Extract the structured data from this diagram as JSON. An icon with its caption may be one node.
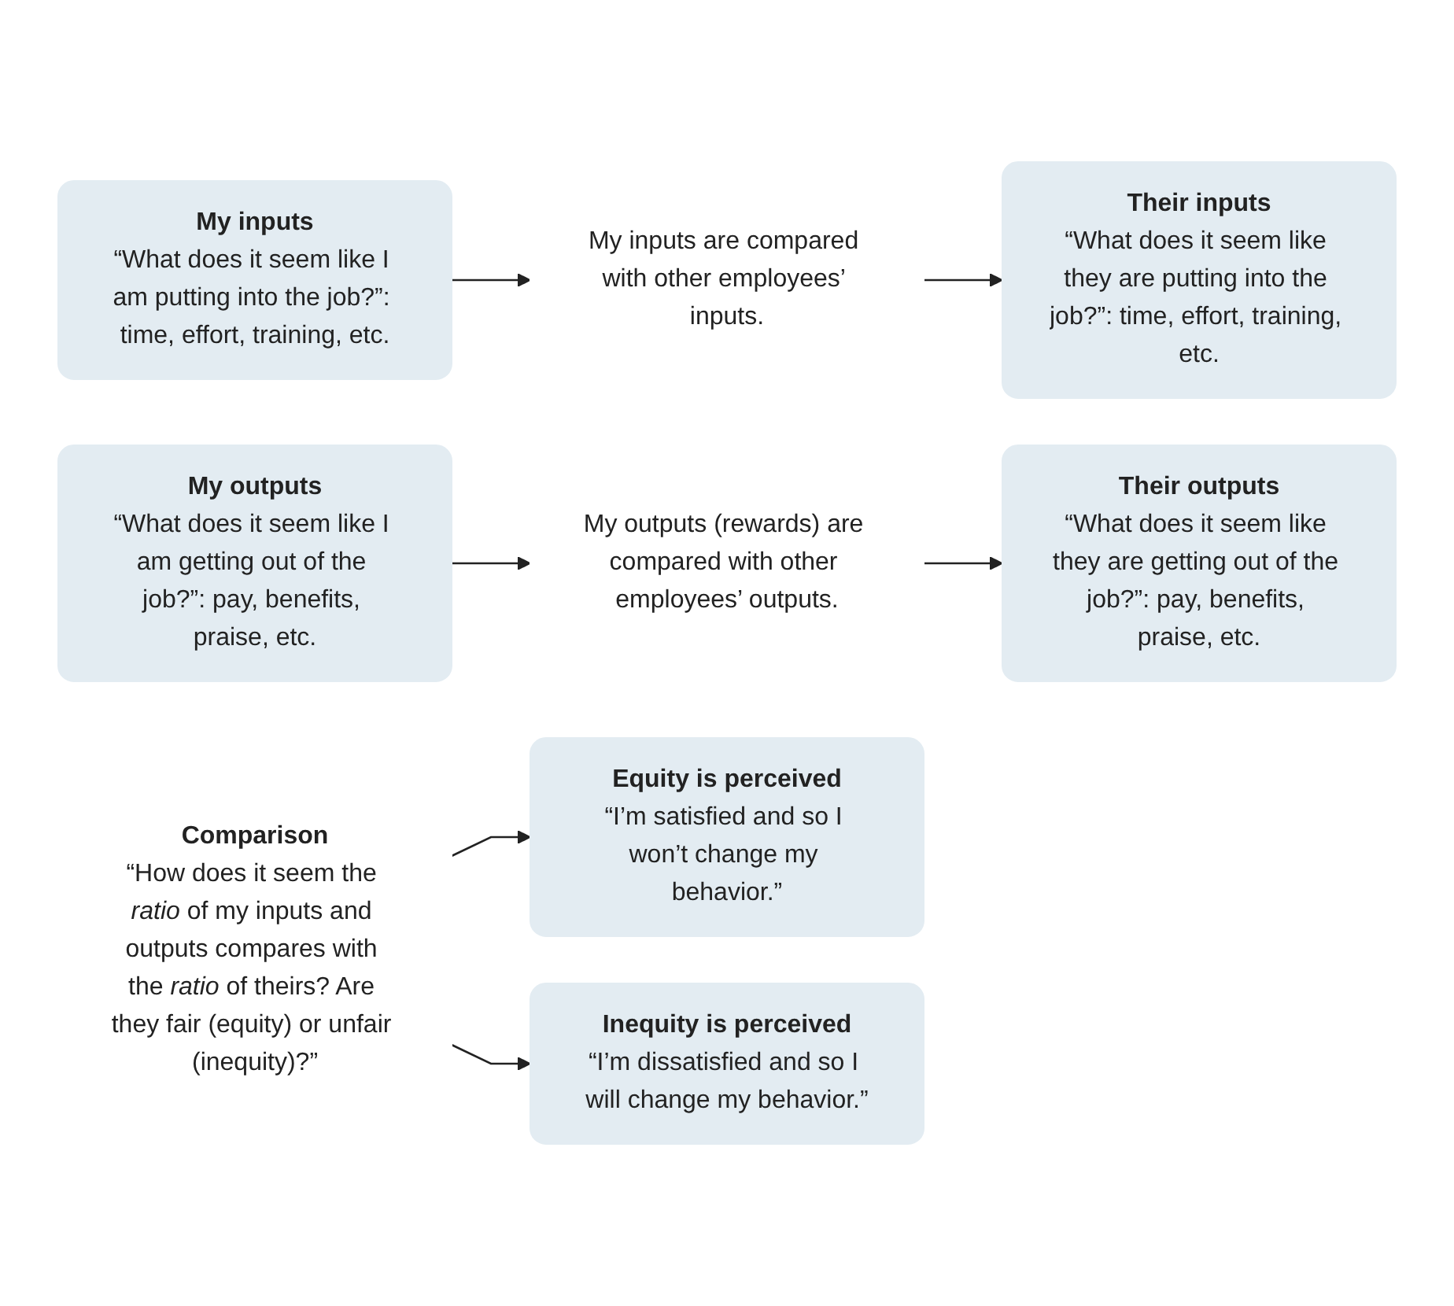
{
  "diagram": {
    "nodes": [
      {
        "text": [
          "My inputs",
          "“What does it seem like I am putting into the job?”: time, effort, training, etc."
        ]
      },
      {
        "text": [
          "My inputs are compared with other employees’ inputs."
        ]
      },
      {
        "text": [
          "Their inputs",
          "“What does it seem like they are putting into the job?”: time, effort, training, etc."
        ]
      },
      {
        "text": [
          "My outputs",
          "“What does it seem like I am getting out of the job?”: pay, benefits, praise, etc."
        ]
      },
      {
        "text": [
          "My outputs (rewards) are compared with other employees’ outputs."
        ]
      },
      {
        "text": [
          "Their outputs",
          "“What does it seem like they are getting out of the job?”: pay, benefits, praise, etc."
        ]
      },
      {
        "text": [
          "Comparison",
          "“How does it seem the *ratio* of my inputs and outputs compares with the *ratio* of theirs? Are they fair (equity) or unfair (inequity)?”"
        ]
      },
      {
        "text": [
          "Equity is perceived",
          "“I’m satisfied and so I won’t change my behavior.”"
        ]
      },
      {
        "text": [
          "Inequity is perceived",
          "“I’m dissatisfied and so I will change my behavior.”"
        ]
      }
    ],
    "edges": [
      {
        "from": 0,
        "to": 1,
        "arrow": "to"
      },
      {
        "from": 1,
        "to": 2,
        "arrow": "to"
      },
      {
        "from": 3,
        "to": 4,
        "arrow": "to"
      },
      {
        "from": 4,
        "to": 5,
        "arrow": "to"
      },
      {
        "from": 6,
        "to": 7,
        "arrow": "to"
      },
      {
        "from": 6,
        "to": 8,
        "arrow": "to"
      }
    ]
  }
}
